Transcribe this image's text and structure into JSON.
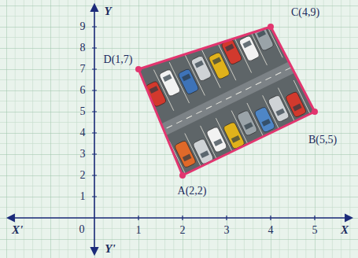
{
  "diagram": {
    "labels": [
      "Y",
      "9",
      "8",
      "7",
      "6",
      "5",
      "4",
      "3",
      "2",
      "1",
      "D(1,7)",
      "C(4,9)",
      "B(5,5)",
      "A(2,2)",
      "X'",
      "0",
      "1",
      "2",
      "3",
      "4",
      "5",
      "X",
      "Y'"
    ]
  }
}
